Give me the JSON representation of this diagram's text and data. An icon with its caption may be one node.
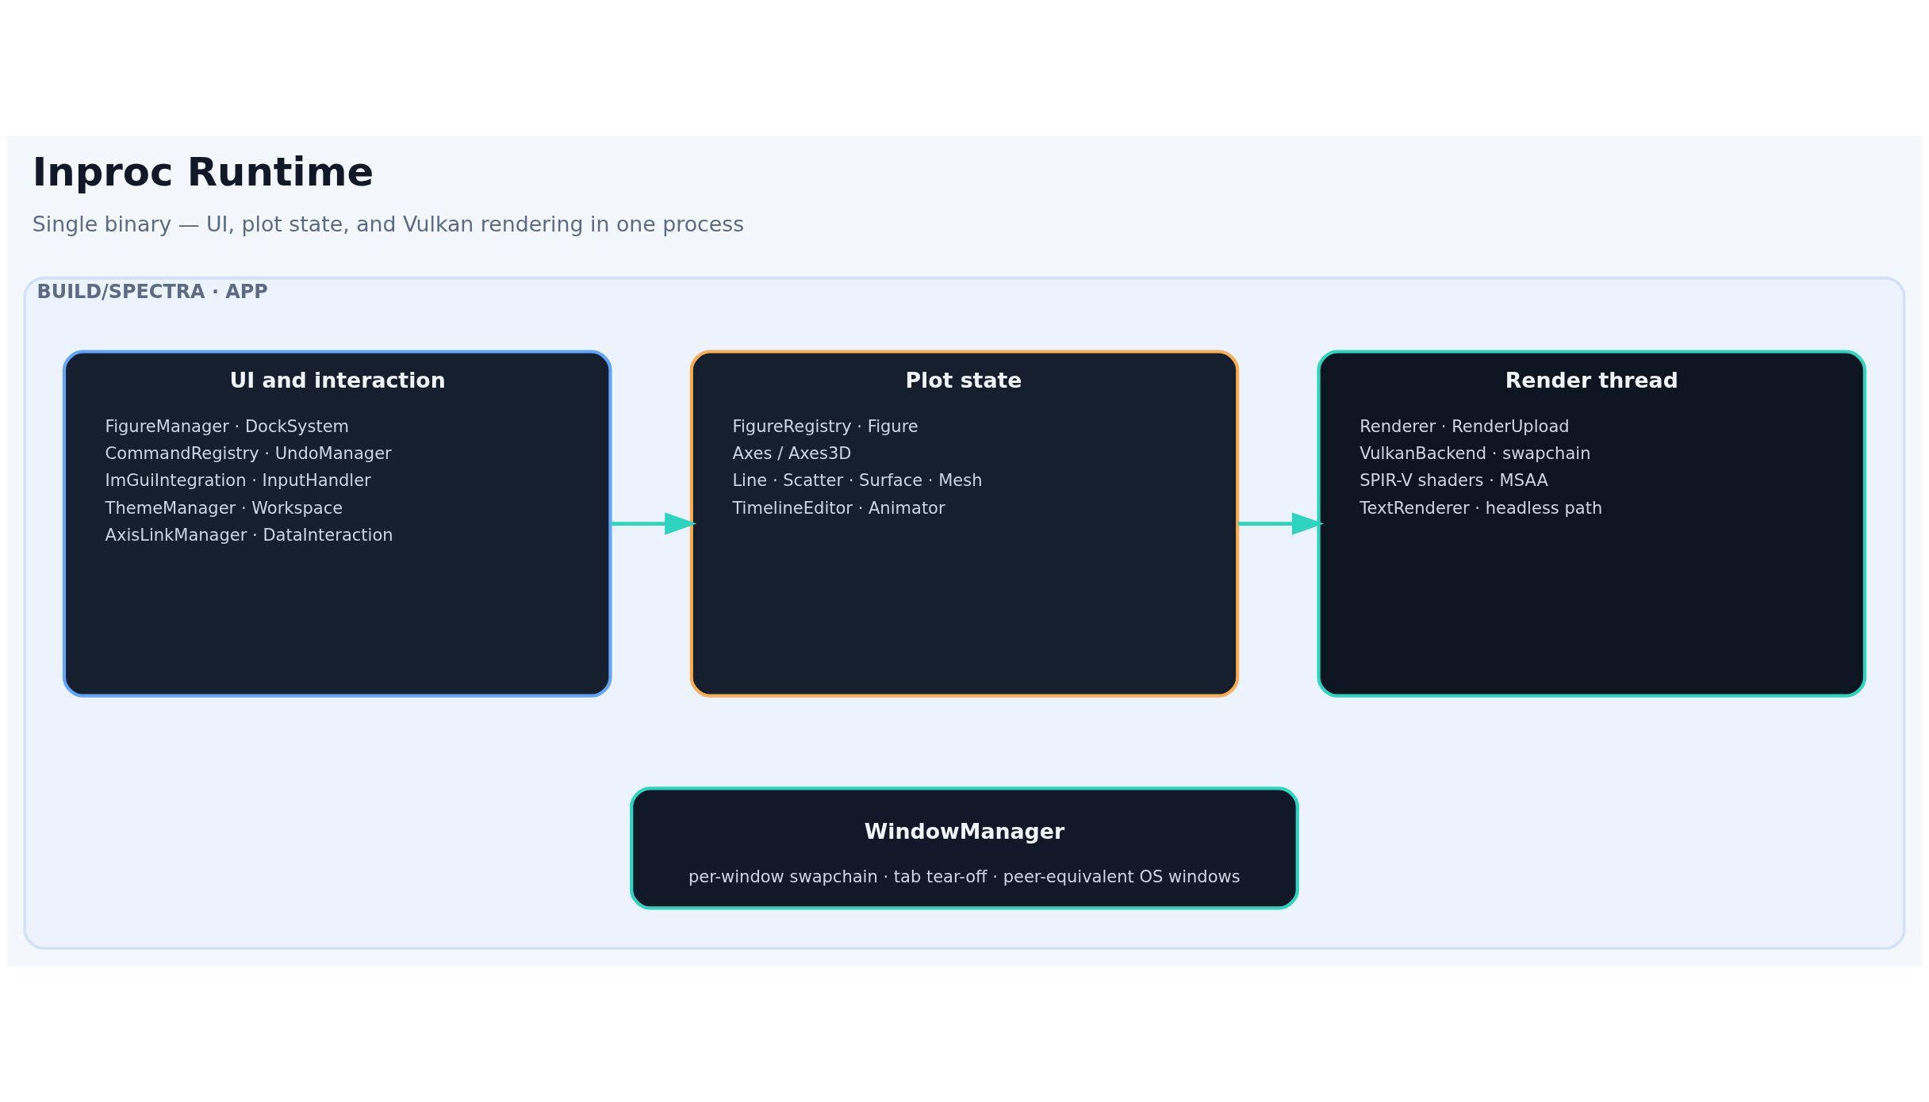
{
  "diagram": {
    "title": "Inproc Runtime",
    "caption": "Single binary — UI, plot state, and Vulkan rendering in one process",
    "nodes": [
      {
        "text": [
          "BUILD/SPECTRA · APP"
        ]
      },
      {
        "text": [
          "UI and interaction",
          "FigureManager · DockSystem",
          "CommandRegistry · UndoManager",
          "ImGuiIntegration · InputHandler",
          "ThemeManager · Workspace",
          "AxisLinkManager · DataInteraction"
        ],
        "in": 0
      },
      {
        "text": [
          "Plot state",
          "FigureRegistry · Figure",
          "Axes / Axes3D",
          "Line · Scatter · Surface · Mesh",
          "TimelineEditor · Animator"
        ],
        "in": 0
      },
      {
        "text": [
          "Render thread",
          "Renderer · RenderUpload",
          "VulkanBackend · swapchain",
          "SPIR-V shaders · MSAA",
          "TextRenderer · headless path"
        ],
        "in": 0
      },
      {
        "text": [
          "WindowManager",
          "per-window swapchain · tab tear-off · peer-equivalent OS windows"
        ],
        "in": 0
      }
    ],
    "edges": [
      {
        "from": 1,
        "to": 2,
        "arrow": "to"
      },
      {
        "from": 2,
        "to": 3,
        "arrow": "to"
      }
    ]
  }
}
